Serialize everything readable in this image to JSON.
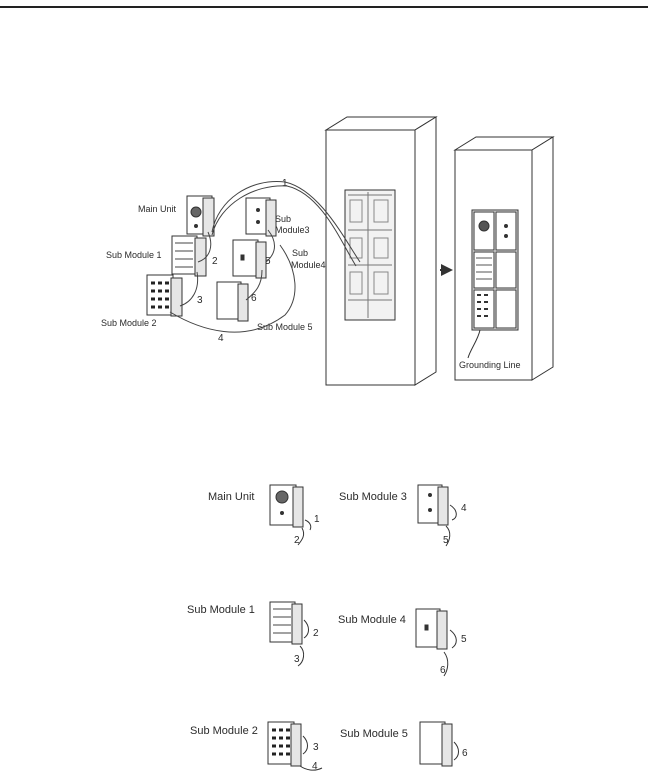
{
  "diagram_top": {
    "main_unit": "Main Unit",
    "sub_module_1": "Sub Module 1",
    "sub_module_2": "Sub Module 2",
    "sub_module_3_a": "Sub",
    "sub_module_3_b": "Module3",
    "sub_module_4_a": "Sub",
    "sub_module_4_b": "Module4",
    "sub_module_5": "Sub Module 5",
    "grounding_line": "Grounding Line",
    "cable_numbers": [
      "1",
      "2",
      "3",
      "4",
      "5",
      "6"
    ]
  },
  "diagram_bottom": {
    "main_unit": "Main Unit",
    "sub_module_3": "Sub Module 3",
    "sub_module_1": "Sub Module 1",
    "sub_module_4": "Sub Module 4",
    "sub_module_2": "Sub Module 2",
    "sub_module_5": "Sub Module 5",
    "numbers": {
      "main_unit_in": "1",
      "main_unit_out": "2",
      "sm3_in": "4",
      "sm3_out": "5",
      "sm1_in": "2",
      "sm1_out": "3",
      "sm4_in": "5",
      "sm4_out": "6",
      "sm2_in": "3",
      "sm2_out": "4",
      "sm5_in": "6"
    }
  }
}
